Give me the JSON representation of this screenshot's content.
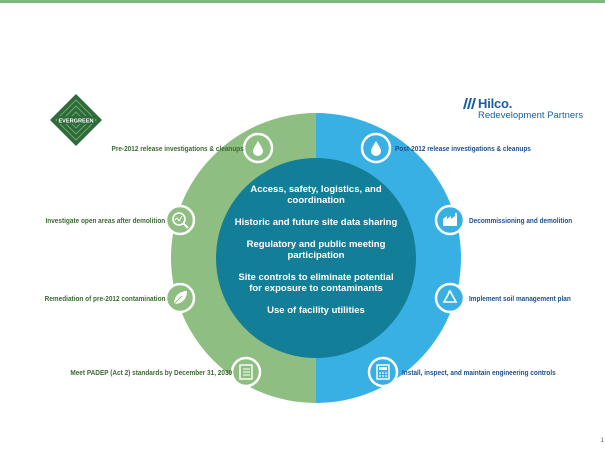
{
  "colors": {
    "top_bar": "#7fb77e",
    "green_ring": "#8fbe82",
    "blue_ring": "#39b0e4",
    "center": "#137e98",
    "green_text": "#3d6b33",
    "blue_text": "#1e4f8a"
  },
  "logos": {
    "evergreen_text": "EVERGREEN",
    "hilco_name": "Hilco.",
    "hilco_subtitle": "Redevelopment Partners"
  },
  "left_items": [
    {
      "label": "Pre-2012 release investigations & cleanups",
      "icon": "water-drop-icon"
    },
    {
      "label": "Investigate open areas after demolition",
      "icon": "magnifier-graph-icon"
    },
    {
      "label": "Remediation of pre-2012 contamination",
      "icon": "leaf-icon"
    },
    {
      "label": "Meet PADEP (Act 2) standards by December 31, 2030",
      "icon": "checklist-icon"
    }
  ],
  "right_items": [
    {
      "label": "Post-2012 release investigations & cleanups",
      "icon": "water-drop-icon"
    },
    {
      "label": "Decommissioning and demolition",
      "icon": "factory-icon"
    },
    {
      "label": "Implement soil management plan",
      "icon": "recycle-icon"
    },
    {
      "label": "Install, inspect, and maintain engineering controls",
      "icon": "calculator-icon"
    }
  ],
  "center_items": [
    "Access, safety, logistics, and coordination",
    "Historic and future site data sharing",
    "Regulatory and public meeting participation",
    "Site controls to eliminate potential for exposure to contaminants",
    "Use of facility utilities"
  ],
  "page_number": "1"
}
